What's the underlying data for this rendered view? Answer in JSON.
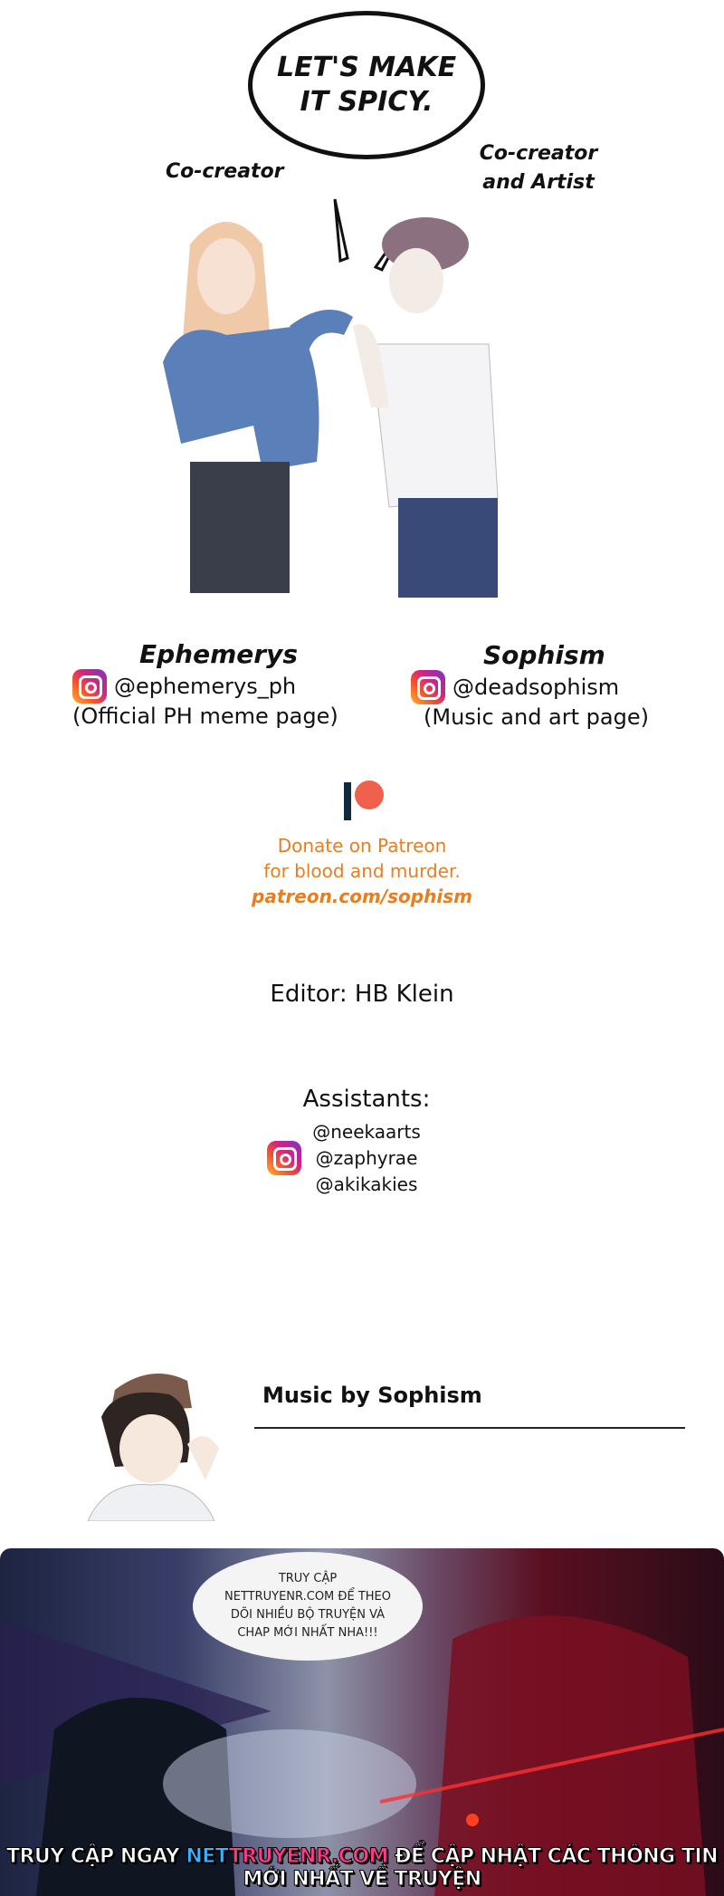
{
  "intro": {
    "bubble_line1": "LET'S MAKE",
    "bubble_line2": "IT SPICY.",
    "left_role": "Co-creator",
    "right_role_line1": "Co-creator",
    "right_role_line2": "and Artist"
  },
  "creators": [
    {
      "name": "Ephemerys",
      "handle": "@ephemerys_ph",
      "note": "(Official PH meme page)",
      "icon": "instagram-icon"
    },
    {
      "name": "Sophism",
      "handle": "@deadsophism",
      "note": "(Music and art page)",
      "icon": "instagram-icon"
    }
  ],
  "patreon": {
    "icon": "patreon-icon",
    "line1": "Donate on Patreon",
    "line2": "for blood and murder.",
    "link": "patreon.com/sophism",
    "accent": "#e67e22",
    "logo_dot": "#f0614d",
    "logo_bar": "#0f2a3d"
  },
  "editor": "Editor: HB Klein",
  "assistants": {
    "title": "Assistants:",
    "handles": [
      "@neekaarts",
      "@zaphyrae",
      "@akikakies"
    ]
  },
  "music": {
    "label": "Music by Sophism"
  },
  "banner": {
    "bubble_lines": [
      "TRUY CẬP",
      "NETTRUYENR.COM ĐỂ THEO",
      "DÕI NHIỀU BỘ TRUYỆN VÀ",
      "CHAP MỚI NHẤT NHA!!!"
    ],
    "footer_prefix": "TRUY CẬP NGAY ",
    "footer_site_a": "NET",
    "footer_site_b": "TRUYENR.COM",
    "footer_suffix": " ĐỂ CẬP NHẬT CÁC THÔNG TIN MỚI NHẤT VỀ TRUYỆN"
  }
}
